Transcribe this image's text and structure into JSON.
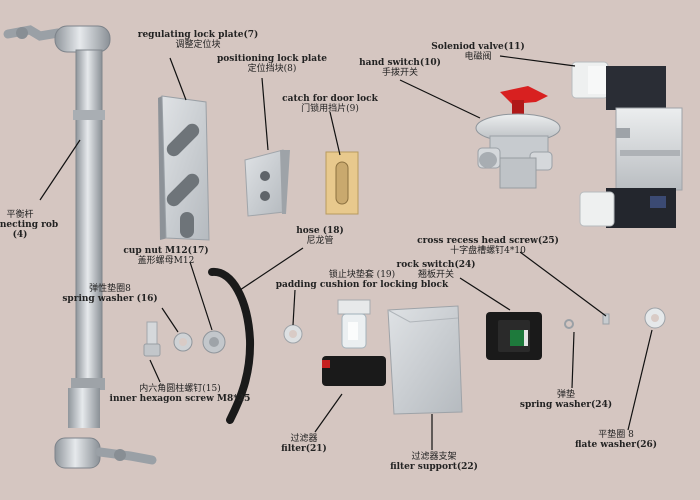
{
  "labels": {
    "regulating_plate": {
      "en": "regulating lock plate(7)",
      "zh": "调整定位块"
    },
    "positioning_plate": {
      "en": "positioning lock plate",
      "zh": "定位挡块(8)"
    },
    "catch": {
      "en": "catch for door lock",
      "zh": "门锁用挡片(9)"
    },
    "hand_switch": {
      "en": "hand switch(10)",
      "zh": "手拨开关"
    },
    "solenoid": {
      "en": "Soleniod valve(11)",
      "zh": "电磁阀"
    },
    "connecting_rod": {
      "zh": "平衡杆",
      "en": "connecting rob",
      "num": "(4)"
    },
    "hose": {
      "en": "hose (18)",
      "zh": "尼龙管"
    },
    "cup_nut": {
      "en": "cup nut M12(17)",
      "zh": "盖形螺母M12"
    },
    "spring_washer_16": {
      "zh": "弹性垫圈8",
      "en": "spring washer (16)"
    },
    "padding": {
      "zh": "锁止块垫套 (19)",
      "en": "padding cushion for locking block"
    },
    "cross_screw": {
      "en": "cross recess head screw(25)",
      "zh": "十字盘槽螺钉4*10"
    },
    "rock_switch": {
      "en": "rock switch(24)",
      "zh": "翘板开关"
    },
    "hex_screw": {
      "zh": "内六角圆柱螺钉(15)",
      "en": "inner hexagon screw M8*25"
    },
    "filter": {
      "zh": "过滤器",
      "en": "filter(21)"
    },
    "filter_support": {
      "zh": "过滤器支架",
      "en": "filter support(22)"
    },
    "spring_washer_24": {
      "zh": "弹垫",
      "en": "spring washer(24)"
    },
    "flat_washer": {
      "zh": "平垫圈 8",
      "en": "flate washer(26)"
    }
  },
  "colors": {
    "background": "#d9cbc6",
    "metal": "#c4c8cc",
    "metal_dark": "#8f959b",
    "handle_red": "#d82020",
    "rubber_black": "#1a1a1a",
    "switch_green": "#1e7a3c",
    "brass_pad": "#e8c98d"
  }
}
